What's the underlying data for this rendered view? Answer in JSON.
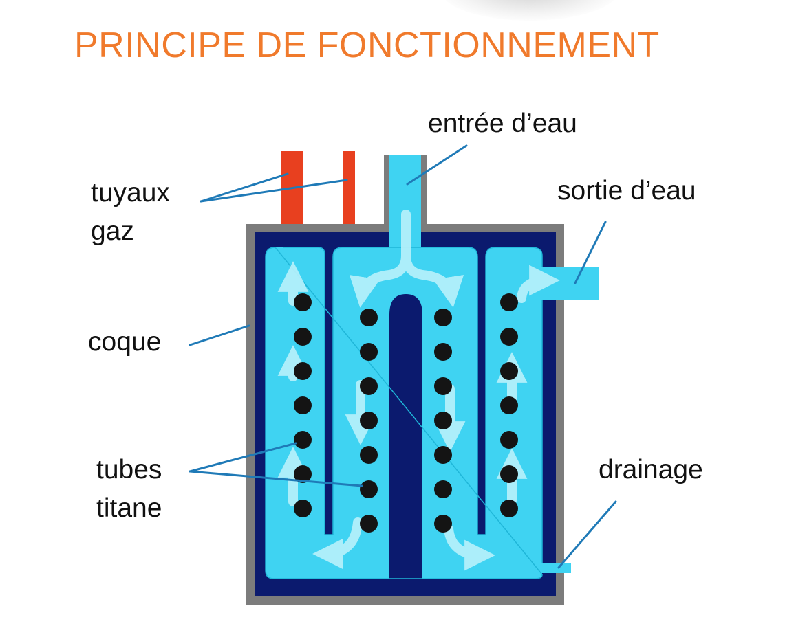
{
  "title": "PRINCIPE DE FONCTIONNEMENT",
  "labels": {
    "gas_pipes_line1": "tuyaux",
    "gas_pipes_line2": "gaz",
    "water_inlet": "entrée d’eau",
    "water_outlet": "sortie d’eau",
    "shell": "coque",
    "titanium_tubes_line1": "tubes",
    "titanium_tubes_line2": "titane",
    "drainage": "drainage"
  },
  "colors": {
    "title": "#f07a2c",
    "shell_frame": "#7c7c7c",
    "shell_interior": "#0b1a6e",
    "water": "#3fd3f2",
    "arrows": "#b8f1fb",
    "gas_pipe": "#e8401f",
    "leader_line": "#1f7ab7",
    "tube": "#141414"
  }
}
